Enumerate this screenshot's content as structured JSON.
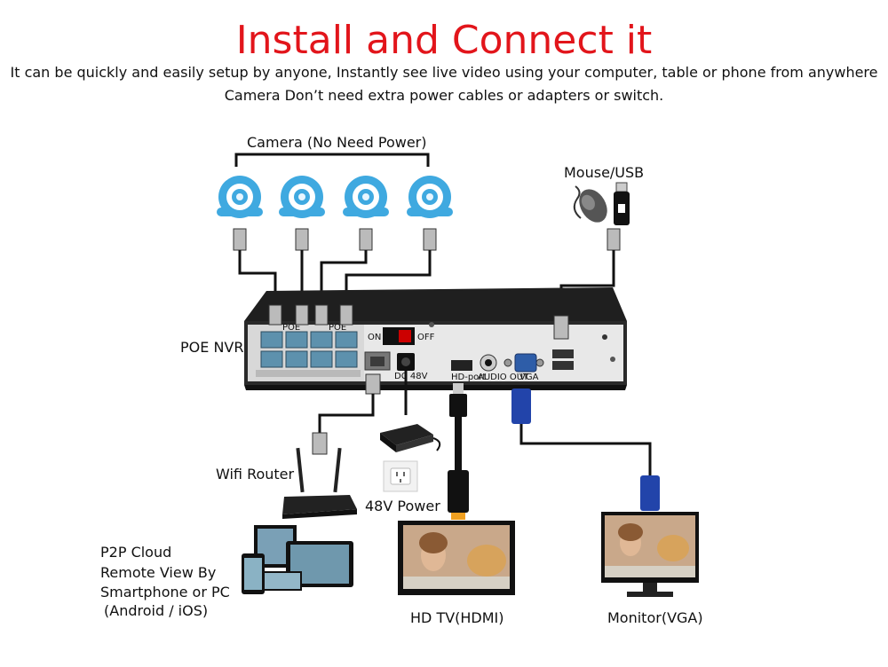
{
  "header": {
    "title": "Install and Connect it",
    "subtitle_line1": "It can be quickly and easily setup by anyone, Instantly see live video using your computer, table or phone from anywhere",
    "subtitle_line2": "Camera Don’t need extra power cables or adapters or switch."
  },
  "labels": {
    "cameras": "Camera (No Need Power)",
    "mouse_usb": "Mouse/USB",
    "poe_nvr": "POE NVR",
    "wifi_router": "Wifi Router",
    "power": "48V Power",
    "hdtv": "HD TV(HDMI)",
    "monitor": "Monitor(VGA)",
    "p2p_lines": [
      "P2P Cloud",
      "Remote View By",
      "Smartphone or PC",
      "(Android / iOS)"
    ]
  },
  "panel_labels": {
    "on": "ON",
    "off": "OFF",
    "dc": "DC 48V",
    "hd_port": "HD-port",
    "audio_out": "AUDIO OUT",
    "vga": "VGA",
    "poe": "POE",
    "poe2": "POE"
  },
  "colors": {
    "title": "#e2151b",
    "camera_blue": "#3fa9e0",
    "vga_blue": "#2244aa",
    "hdmi_orange": "#f0a020",
    "nvr_body": "#2a2a2a",
    "panel": "#e6e6e6"
  }
}
